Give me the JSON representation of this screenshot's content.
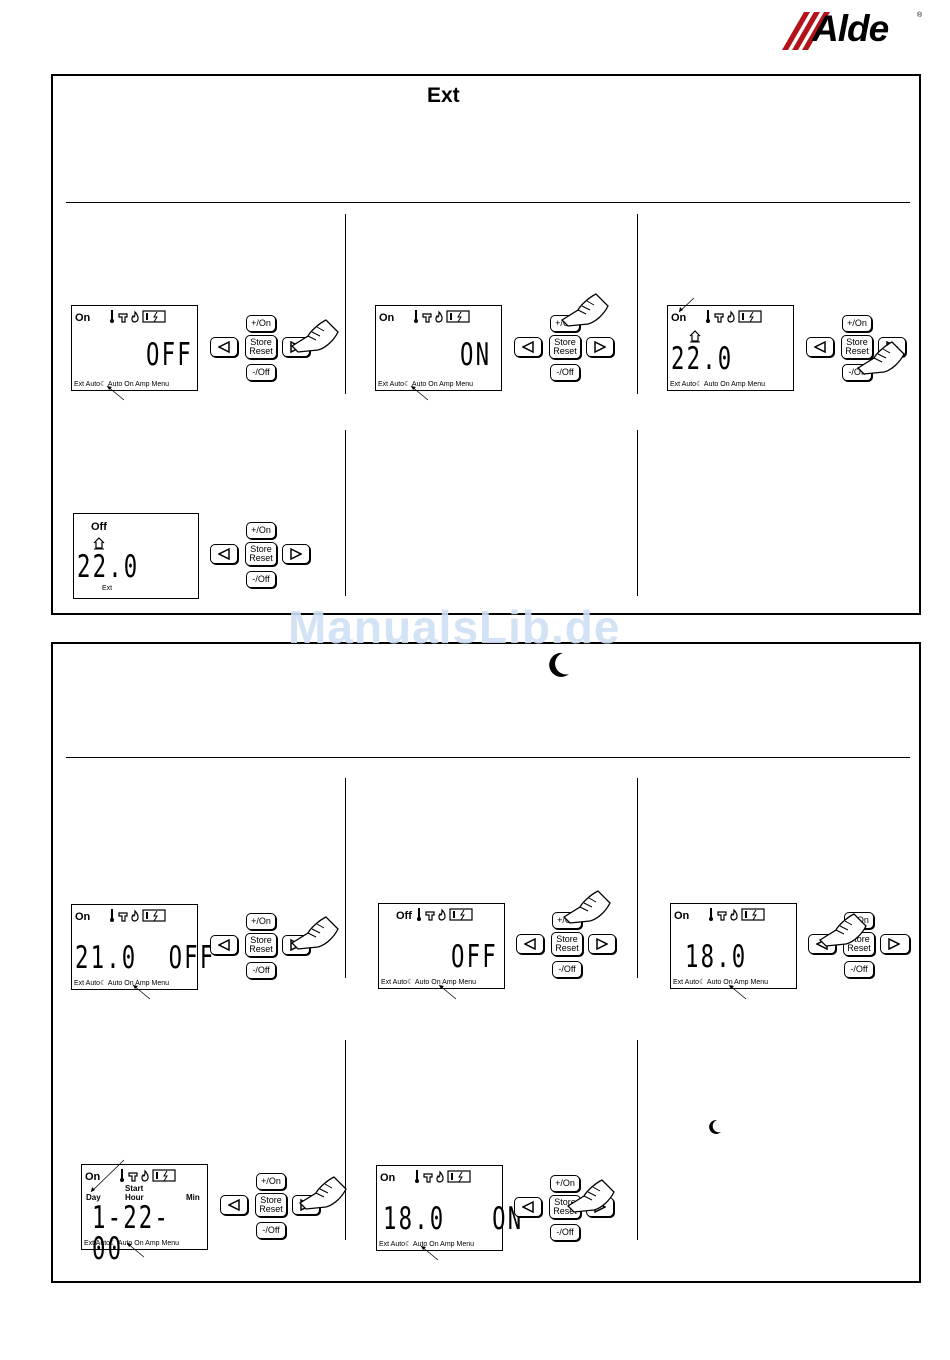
{
  "brand": {
    "logo_text": "Alde",
    "registered_mark": "®"
  },
  "watermark": "ManualsLib.de",
  "section1": {
    "heading": "Ext"
  },
  "section2": {
    "heading_icon": "moon-icon",
    "note_icon": "moon-icon"
  },
  "keypad": {
    "plus_on": "+/On",
    "store": "Store",
    "reset": "Reset",
    "minus_off": "-/Off"
  },
  "lcd_bottom_row": "Ext  Auto☾    Auto On   Amp   Menu",
  "lcd_icons": [
    "thermometer-icon",
    "tap-icon",
    "flame-icon",
    "battery-icon"
  ],
  "screens": {
    "s1a": {
      "state": "On",
      "digits": "OFF"
    },
    "s1b": {
      "state": "On",
      "digits": "ON"
    },
    "s1c": {
      "state": "On",
      "digits": "22.0"
    },
    "s1d": {
      "state": "Off",
      "digits": "22.0",
      "sub": "Ext"
    },
    "s2a": {
      "state": "On",
      "digits": "21.0  OFF"
    },
    "s2b": {
      "state": "Off",
      "digits": "OFF"
    },
    "s2c": {
      "state": "On",
      "digits": "18.0"
    },
    "s2d": {
      "state": "On",
      "digits": "1-22-00",
      "labels": {
        "day": "Day",
        "start": "Start",
        "hour": "Hour",
        "min": "Min"
      }
    },
    "s2e": {
      "state": "On",
      "digits": "18.0   ON"
    }
  }
}
